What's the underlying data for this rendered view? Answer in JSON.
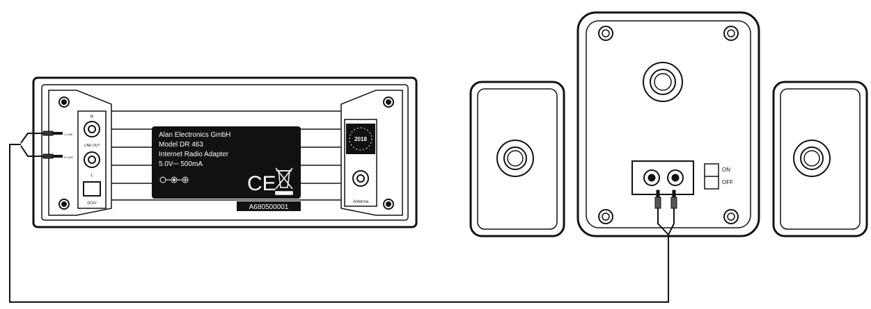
{
  "radio": {
    "label_lines": [
      "Alan Electronics GmbH",
      "Model DR 463",
      "Internet Radio Adapter",
      "5.0V⎓ 500mA"
    ],
    "ce_mark": "CE",
    "serial": "A680500001",
    "year": "2018",
    "left_jack_label": "L",
    "right_jack_label": "R",
    "line_out_label": "LINE OUT",
    "dc_label": "DC5V",
    "antenna_label": "Antenna",
    "cable_labels": [
      "L-LINE",
      "R-LINE"
    ]
  },
  "speaker": {
    "switch_on": "ON",
    "switch_off": "OFF"
  }
}
